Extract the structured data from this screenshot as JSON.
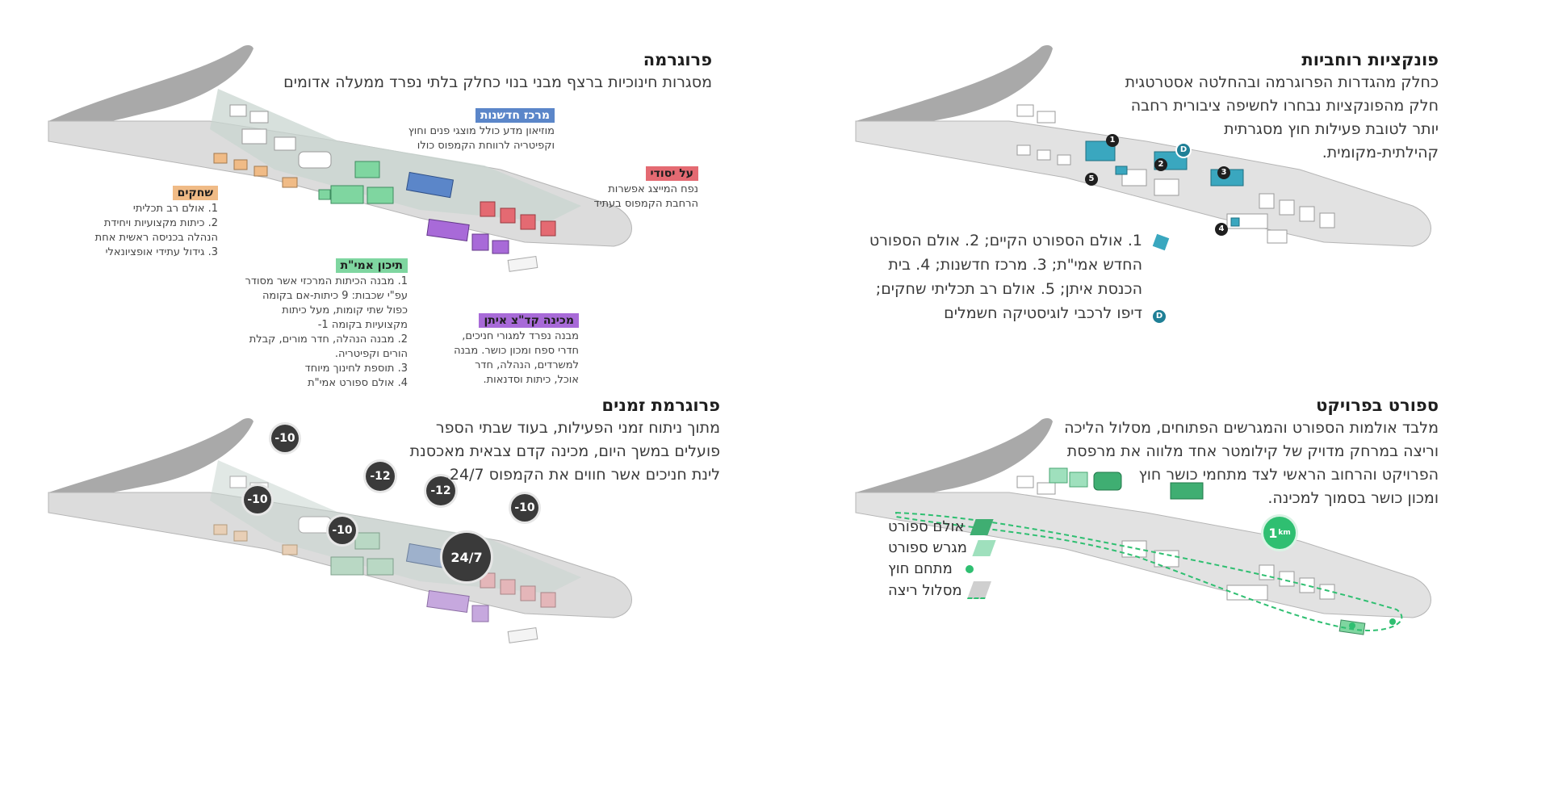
{
  "panels": {
    "program": {
      "title": "פרוגרמה",
      "subtitle": "מסגרות חינוכיות ברצף מבני בנוי כחלק בלתי נפרד ממעלה אדומים",
      "innovation": {
        "title": "מרכז חדשנות",
        "lines": [
          "מוזיאון מדע כולל מוצגי פנים וחוץ",
          "וקפיטריה לרווחת הקמפוס כולו"
        ],
        "color": "#5b86c9"
      },
      "foundation": {
        "title": "על יסודי",
        "lines": [
          "נפח המייצג אפשרות",
          "הרחבת הקמפוס בעתיד"
        ],
        "color": "#e46a72"
      },
      "games": {
        "title": "שחקים",
        "lines": [
          "1. אולם רב תכליתי",
          "2. כיתות מקצועיות ויחידת",
          "הנהלה בכניסה ראשית אחת",
          "3. גידול עתידי אופציונאלי"
        ],
        "color": "#f0bb86"
      },
      "amit": {
        "title": "תיכון אמי\"ת",
        "lines": [
          "1. מבנה הכיתות המרכזי אשר מסודר",
          "עפ\"י שכבות: 9 כיתות-אם בקומה",
          "כפול שתי קומות, מעל כיתות",
          "מקצועיות בקומה 1-",
          "2. מבנה הנהלה, חדר מורים, קבלת",
          "הורים וקפיטריה.",
          "3. תוספת לחינוך מיוחד",
          "4. אולם ספורט אמי\"ת"
        ],
        "color": "#7fd6a0"
      },
      "mechina": {
        "title": "מכינה קד\"צ איתן",
        "lines": [
          "מבנה נפרד למגורי חניכים,",
          "חדרי ספח ומכון כושר. מבנה",
          "למשרדים, הנהלה, חדר",
          "אוכל, כיתות וסדנאות."
        ],
        "color": "#a86ad8"
      }
    },
    "functions": {
      "title": "פונקציות רוחביות",
      "lines": [
        "כחלק מהגדרות הפרוגרמה ובהחלטה אסטרטגית",
        "חלק מהפונקציות נבחרו לחשיפה ציבורית רחבה",
        "יותר לטובת פעילות חוץ מסגרתית",
        "קהילתית-מקומית."
      ],
      "legend_lines": [
        "1. אולם הספורט הקיים; 2. אולם הספורט",
        "החדש אמי\"ת; 3. מרכז חדשנות; 4. בית",
        "הכנסת איתן; 5. אולם רב תכליתי שחקים;"
      ],
      "legend_depot": "דיפו לרכבי לוגיסטיקה חשמלים",
      "depot_badge": "D",
      "accent": "#3aa7bf"
    },
    "schedule": {
      "title": "פרוגרמת זמנים",
      "lines": [
        "מתוך ניתוח זמני הפעילות, בעוד שבתי הספר",
        "פועלים במשך היום, מכינה קדם צבאית מאכסנת",
        "לינת חניכים אשר חווים את הקמפוס 24/7."
      ],
      "badges": [
        "-10",
        "-12",
        "-12",
        "-10",
        "-10",
        "-10",
        "24/7"
      ]
    },
    "sport": {
      "title": "ספורט בפרויקט",
      "lines": [
        "מלבד אולמות הספורט והמגרשים הפתוחים, מסלול הליכה",
        "וריצה במרחק מדויק של קילומטר אחד מלווה את מרפסת",
        "הפרויקט והרחוב הראשי לצד מתחמי כושר חוץ",
        "ומכון כושר בסמוך למכינה."
      ],
      "distance": "1",
      "distance_unit": "km",
      "legend": {
        "hall": "אולם ספורט",
        "field": "מגרש ספורט",
        "outdoor": "מתחם חוץ",
        "track": "מסלול ריצה"
      },
      "accent": "#2fbf71"
    }
  }
}
